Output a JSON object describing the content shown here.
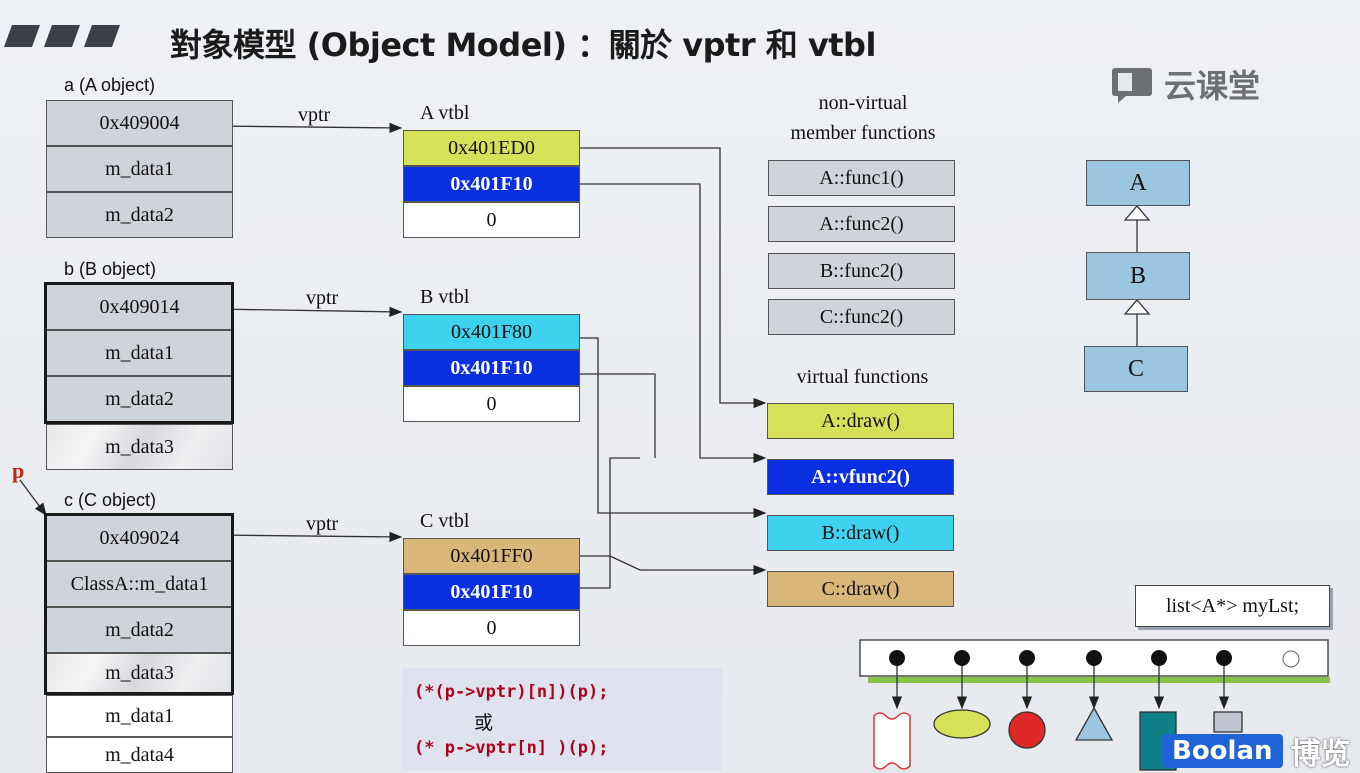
{
  "title": "對象模型 (Object Model) ：關於 vptr 和 vtbl",
  "brand": "云课堂",
  "objects": {
    "a": {
      "label": "a (A object)",
      "cells": [
        "0x409004",
        "m_data1",
        "m_data2"
      ]
    },
    "b": {
      "label": "b (B object)",
      "cells": [
        "0x409014",
        "m_data1",
        "m_data2",
        "m_data3"
      ]
    },
    "c": {
      "label": "c (C object)",
      "cells": [
        "0x409024",
        "ClassA::m_data1",
        "m_data2",
        "m_data3",
        "m_data1",
        "m_data4"
      ]
    }
  },
  "pointer_label": "p",
  "vptr_label": "vptr",
  "vtbls": {
    "a": {
      "label": "A vtbl",
      "cells": [
        "0x401ED0",
        "0x401F10",
        "0"
      ]
    },
    "b": {
      "label": "B vtbl",
      "cells": [
        "0x401F80",
        "0x401F10",
        "0"
      ]
    },
    "c": {
      "label": "C vtbl",
      "cells": [
        "0x401FF0",
        "0x401F10",
        "0"
      ]
    }
  },
  "nonvirtual": {
    "heading_line1": "non-virtual",
    "heading_line2": "member functions",
    "items": [
      "A::func1()",
      "A::func2()",
      "B::func2()",
      "C::func2()"
    ]
  },
  "virtual": {
    "heading": "virtual functions",
    "items": [
      "A::draw()",
      "A::vfunc2()",
      "B::draw()",
      "C::draw()"
    ]
  },
  "hierarchy": [
    "A",
    "B",
    "C"
  ],
  "code": {
    "line1": "(*(p->vptr)[n])(p);",
    "line2": "或",
    "line3": "(* p->vptr[n] )(p);"
  },
  "list_label": "list<A*> myLst;",
  "boolan": {
    "logo": "Boolan",
    "cn": "博览"
  },
  "colors": {
    "yellowgreen": "#d6e15a",
    "blue": "#0a2fe0",
    "cyan": "#3dd3ee",
    "tan": "#d9b77a",
    "red": "#e02828",
    "teal": "#0f7f88"
  }
}
